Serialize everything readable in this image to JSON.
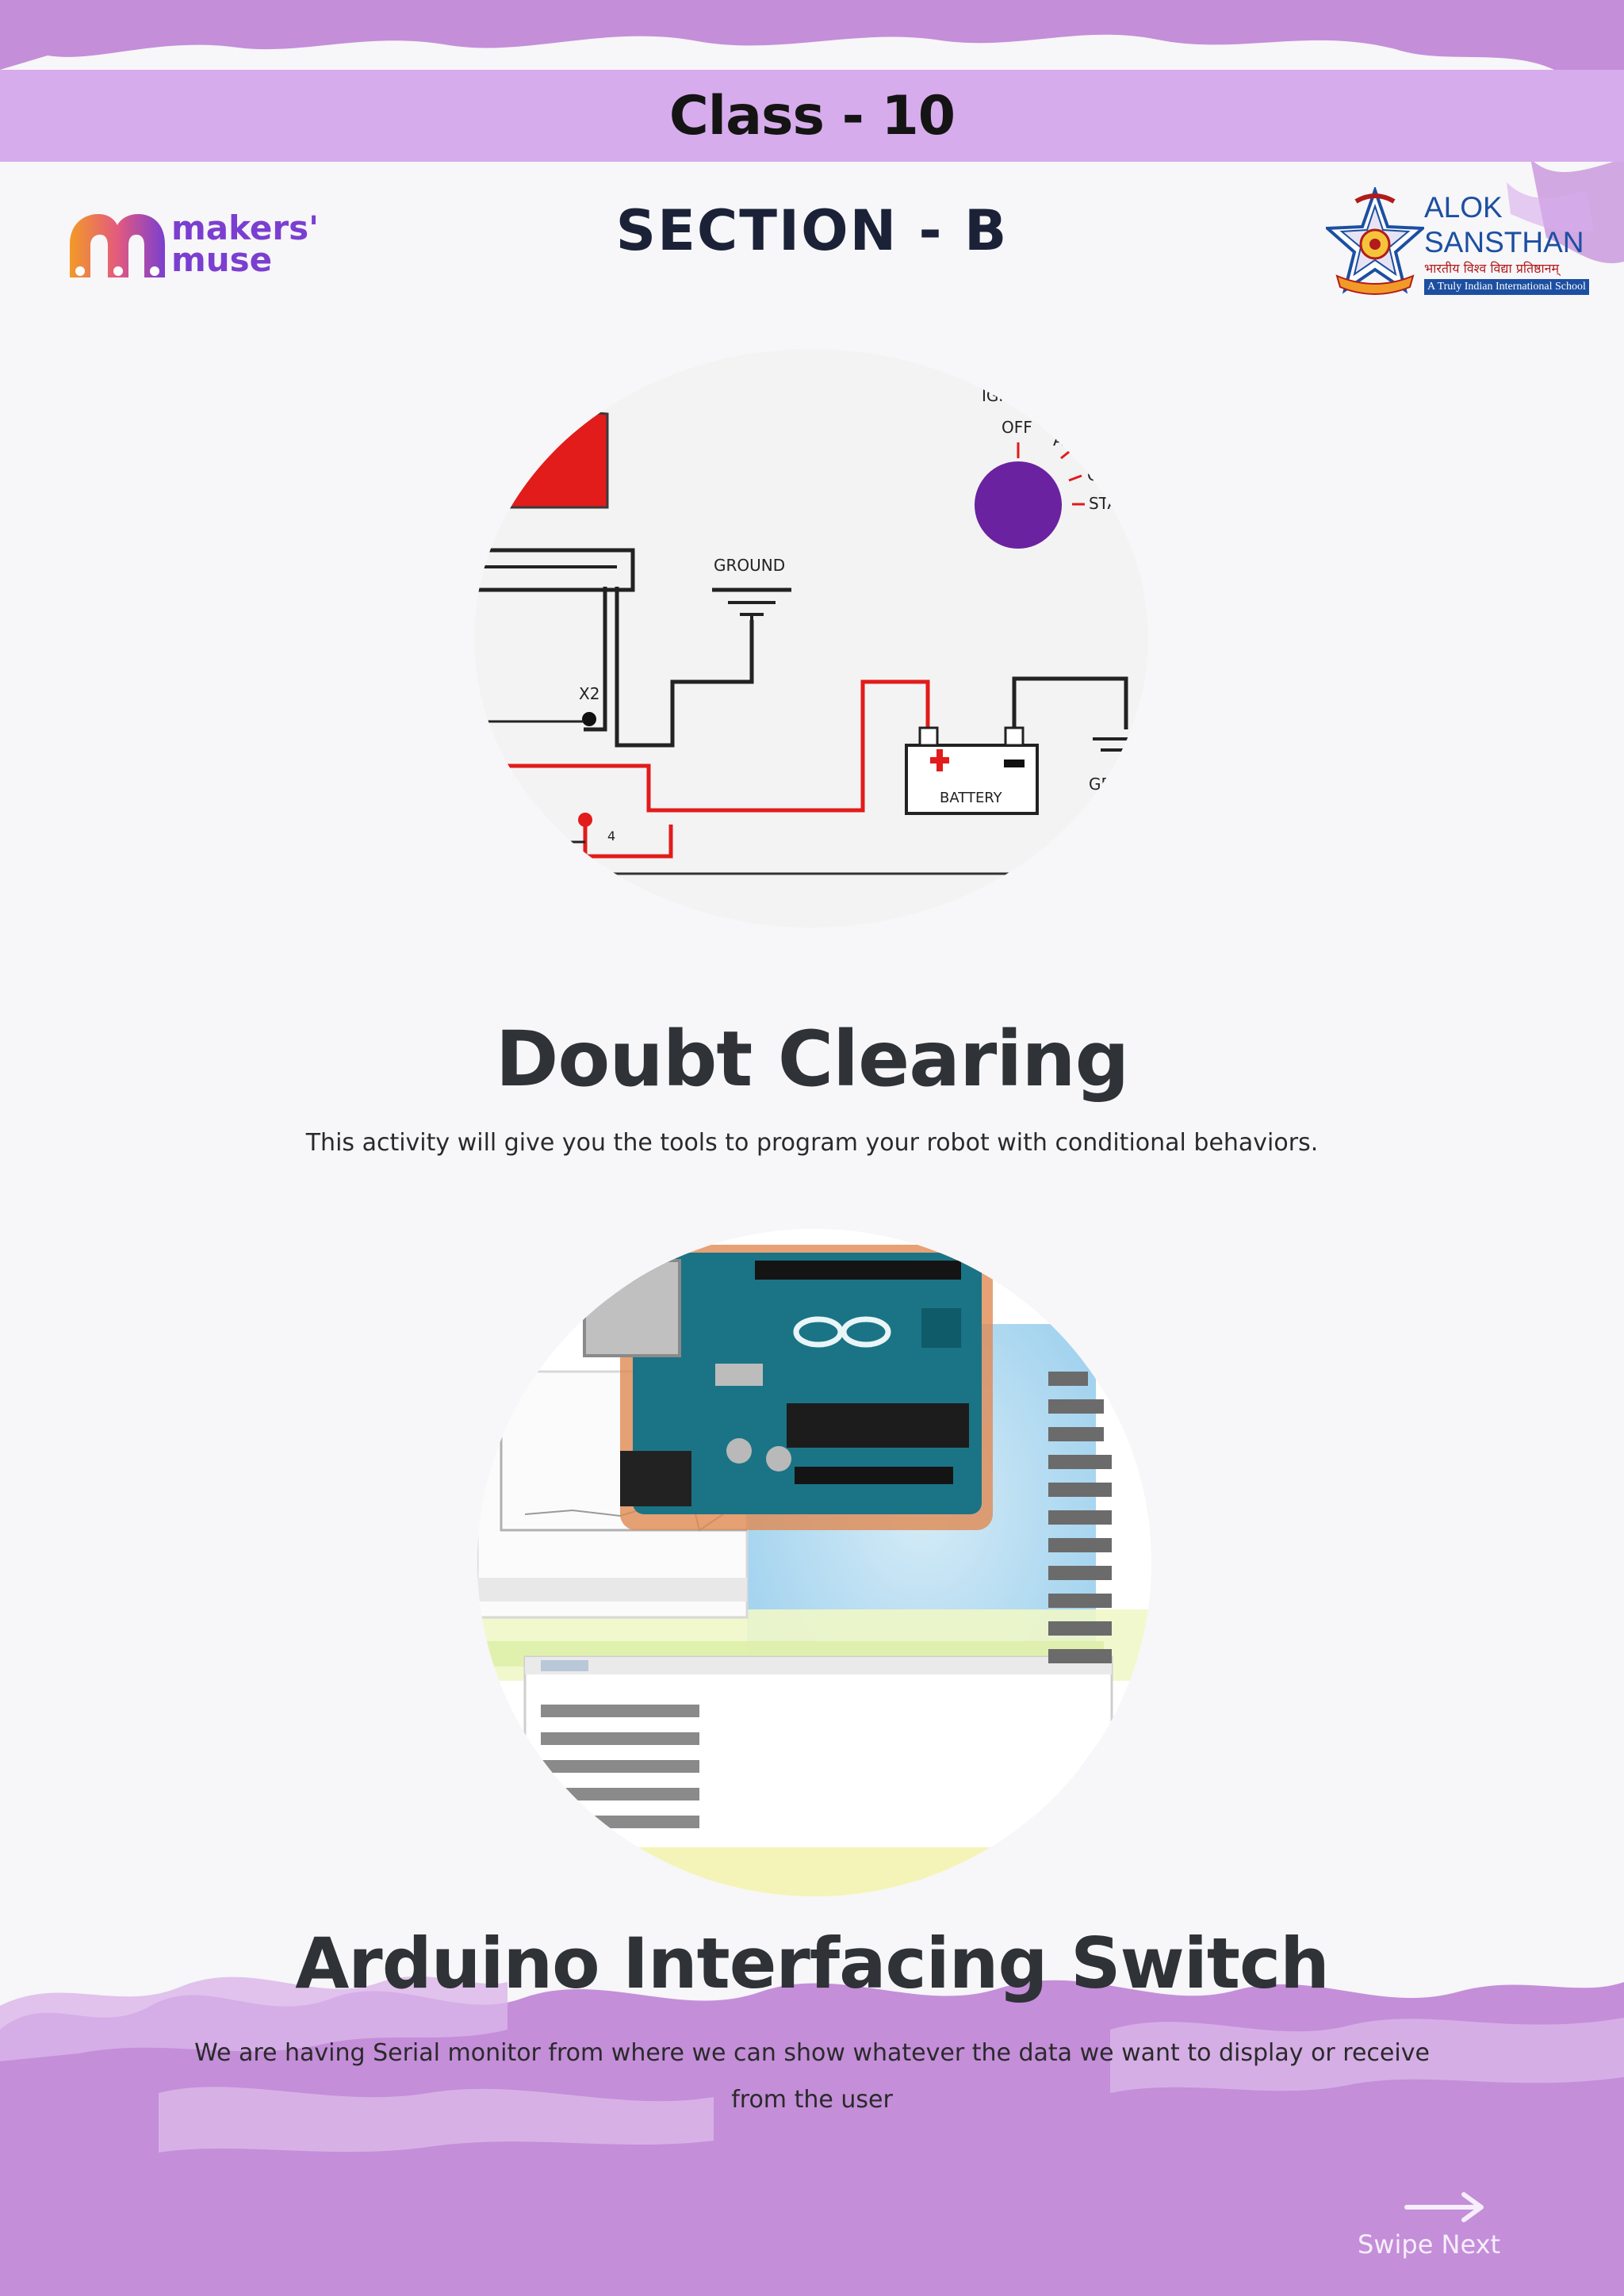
{
  "colors": {
    "header_band": "#d7acec",
    "lilac": "#c48ed9",
    "heading_text": "#2f3236",
    "section_text": "#1b2238",
    "brand_purple": "#7a3fd0",
    "brand_orange": "#f29a28",
    "alok_blue": "#1c4fa1"
  },
  "header": {
    "title": "Class - 10"
  },
  "section": {
    "title": "SECTION - B"
  },
  "logo_left": {
    "line1": "makers'",
    "line2": "muse"
  },
  "logo_right": {
    "line1": "ALOK",
    "line2": "SANSTHAN",
    "hindi": "भारतीय विश्व विद्या प्रतिष्ठानम्",
    "tagline": "A Truly Indian International School"
  },
  "diagram1": {
    "labels": [
      "IGNITIO",
      "OFF",
      "ACC",
      "ON",
      "STA",
      "GROUND",
      "X2",
      "BATTERY",
      "4",
      "GR"
    ]
  },
  "block1": {
    "heading": "Doubt Clearing",
    "text": "This activity will give you the tools to program your robot with conditional behaviors."
  },
  "block2": {
    "heading": "Arduino Interfacing Switch",
    "text_line1": "We are having Serial monitor from where we can show whatever the data we want to display or receive",
    "text_line2": "from the user"
  },
  "footer": {
    "swipe_label": "Swipe Next"
  }
}
